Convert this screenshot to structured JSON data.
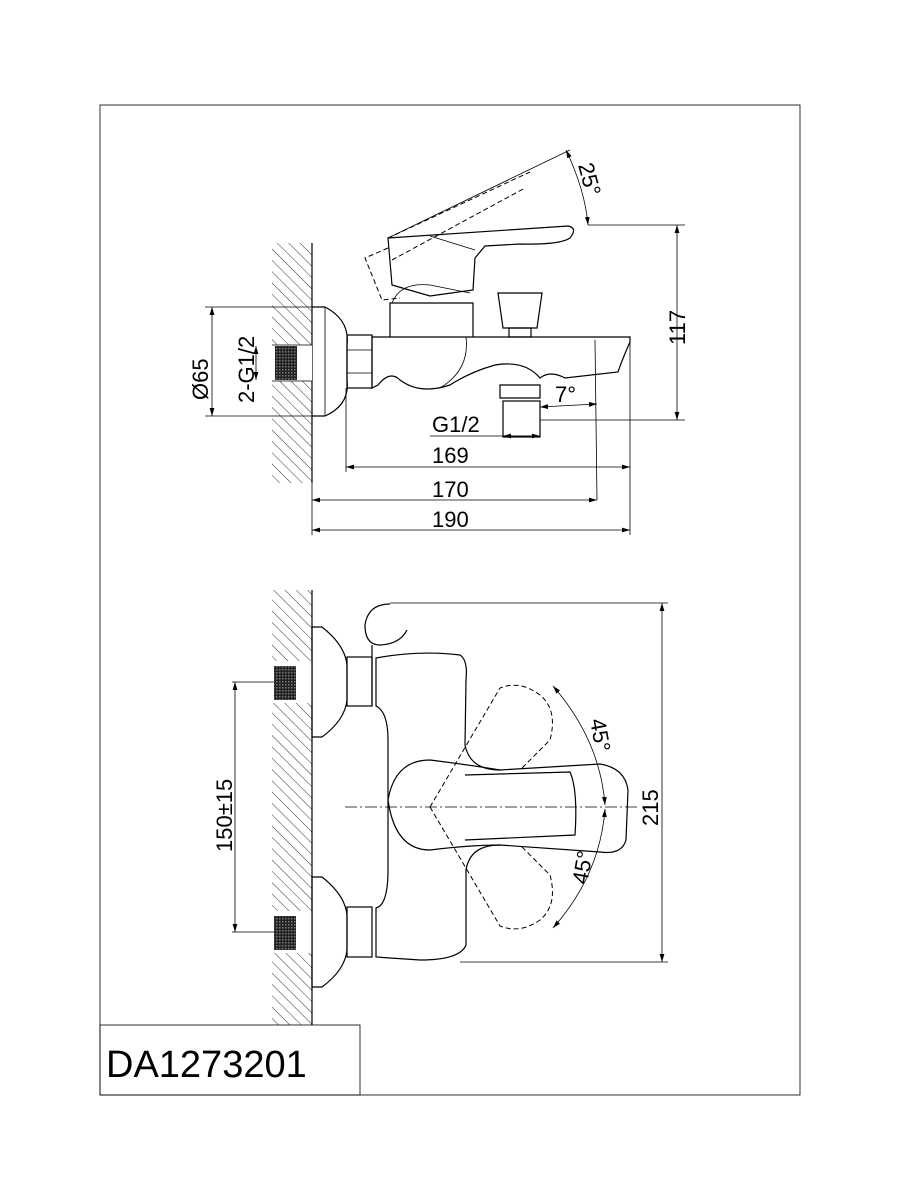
{
  "drawing": {
    "model_number": "DA1273201",
    "side_view": {
      "lever_angle": "25°",
      "height": "117",
      "flange_diameter": "Ø65",
      "inlet_thread": "2-G1/2",
      "outlet_thread": "G1/2",
      "spout_angle": "7°",
      "length_169": "169",
      "length_170": "170",
      "length_190": "190"
    },
    "front_view": {
      "inlet_spacing": "150±15",
      "overall_height": "215",
      "rotation_up": "45°",
      "rotation_down": "45°"
    }
  }
}
